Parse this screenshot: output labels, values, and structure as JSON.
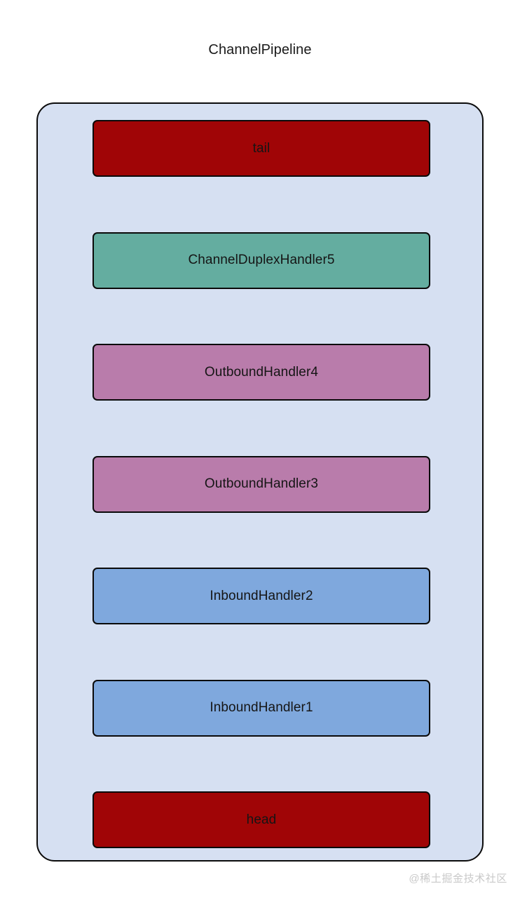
{
  "diagram": {
    "title": "ChannelPipeline",
    "type": "stack-diagram",
    "page_background": "#ffffff",
    "container": {
      "name": "ChannelPipeline",
      "fill": "#d6e0f2",
      "stroke": "#0b0b0b"
    },
    "colors": {
      "endpoint": "#a00506",
      "duplex": "#64ada0",
      "outbound": "#b97cab",
      "inbound": "#7fa8dd",
      "text": "#151515",
      "watermark": "#c9c9c9"
    },
    "nodes": [
      {
        "label": "tail",
        "kind": "endpoint",
        "order": 1
      },
      {
        "label": "ChannelDuplexHandler5",
        "kind": "duplex",
        "order": 2
      },
      {
        "label": "OutboundHandler4",
        "kind": "outbound",
        "order": 3
      },
      {
        "label": "OutboundHandler3",
        "kind": "outbound",
        "order": 4
      },
      {
        "label": "InboundHandler2",
        "kind": "inbound",
        "order": 5
      },
      {
        "label": "InboundHandler1",
        "kind": "inbound",
        "order": 6
      },
      {
        "label": "head",
        "kind": "endpoint",
        "order": 7
      }
    ]
  },
  "watermark": {
    "text": "@稀土掘金技术社区"
  }
}
